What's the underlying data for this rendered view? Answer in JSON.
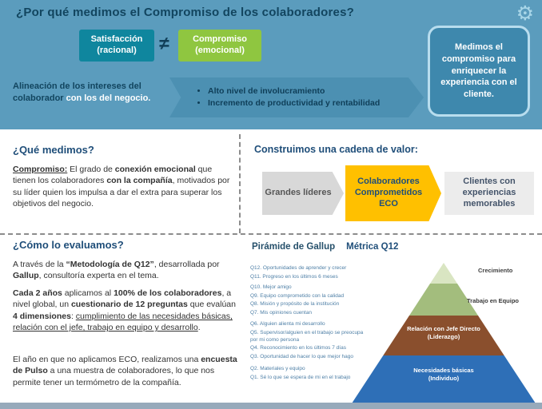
{
  "icons": {
    "gear_glyph": "⚙"
  },
  "colors": {
    "banner_blue": "#5B9CBD",
    "teal_box": "#0F869E",
    "green_box": "#8FC640",
    "callout_blue": "#3E88AD",
    "chain_yellow": "#FFC000",
    "chain_gray": "#D8D8D8",
    "pyramid_growth": "#D9E5C2",
    "pyramid_team": "#A3BD7D",
    "pyramid_leader": "#8A4F2D",
    "pyramid_basic": "#2E6FB7",
    "heading_navy": "#1F4E79"
  },
  "header": {
    "title": "¿Por qué medimos el Compromiso de los colaboradores?",
    "satisfaction_line1": "Satisfacción",
    "satisfaction_line2": "(racional)",
    "neq_symbol": "≠",
    "commitment_line1": "Compromiso",
    "commitment_line2": "(emocional)",
    "alignment": {
      "part1": "Alineación de los intereses del colaborador ",
      "part2": "con los del ",
      "part3": "negocio."
    },
    "benefits": [
      "Alto nivel de involucramiento",
      "Incremento de productividad y rentabilidad"
    ],
    "callout": "Medimos el compromiso para enriquecer la experiencia con el cliente."
  },
  "what": {
    "heading": "¿Qué medimos?",
    "p1": {
      "term": "Compromiso:",
      "t1": " El grado de ",
      "b1": "conexión emocional",
      "t2": " que tienen los colaboradores ",
      "b2": "con la compañía",
      "t3": ", motivados por su líder quien los impulsa a dar el extra para superar los objetivos del negocio."
    }
  },
  "chain": {
    "heading": "Construimos una cadena de valor:",
    "steps": [
      {
        "label": "Grandes líderes"
      },
      {
        "label": "Colaboradores Comprometidos ECO"
      },
      {
        "label": "Clientes con experiencias memorables"
      }
    ]
  },
  "how": {
    "heading": "¿Cómo lo evaluamos?",
    "p1": {
      "t1": "A través de la ",
      "b1": "“Metodología de Q12”",
      "t2": ", desarrollada por ",
      "b2": "Gallup",
      "t3": ", consultoría experta en el tema."
    },
    "p2": {
      "b1": "Cada 2 años",
      "t1": " aplicamos al ",
      "b2": "100% de los colaboradores",
      "t2": ", a nivel global, un ",
      "b3": "cuestionario de 12 preguntas",
      "t3": " que evalúan ",
      "b4": "4 dimensiones",
      "t4": ": ",
      "u1": "cumplimiento de las necesidades básicas, relación con el jefe, trabajo en equipo y desarrollo",
      "t5": "."
    },
    "p3": {
      "t1": "El año en que no aplicamos ECO, realizamos una ",
      "b1": "encuesta de Pulso",
      "t2": " a una muestra de colaboradores, lo que nos permite tener un termómetro de la compañía."
    }
  },
  "pyramid": {
    "heading_1": "Pirámide de Gallup",
    "heading_2": "Métrica Q12",
    "levels": [
      {
        "label": "Crecimiento",
        "sublabel": "",
        "questions": [
          "Q12. Oportunidades de aprender y crecer",
          "Q11. Progreso en los últimos 6 meses"
        ]
      },
      {
        "label": "Trabajo en Equipo",
        "sublabel": "",
        "questions": [
          "Q10. Mejor amigo",
          "Q9.  Equipo comprometido con la calidad",
          "Q8.  Misión y propósito de la institución",
          "Q7.  Mis opiniones cuentan"
        ]
      },
      {
        "label": "Relación con Jefe Directo",
        "sublabel": "(Liderazgo)",
        "questions": [
          "Q6.  Alguien alienta mi desarrollo",
          "Q5.  Supervisor/alguien en el trabajo se preocupa por mi como persona",
          "Q4.  Reconocimiento en los últimos 7 días",
          "Q3.  Oportunidad de hacer lo que mejor hago"
        ]
      },
      {
        "label": "Necesidades básicas",
        "sublabel": "(Individuo)",
        "questions": [
          "Q2.  Materiales y equipo",
          "Q1.  Sé lo que se espera de mi en el trabajo"
        ]
      }
    ]
  }
}
